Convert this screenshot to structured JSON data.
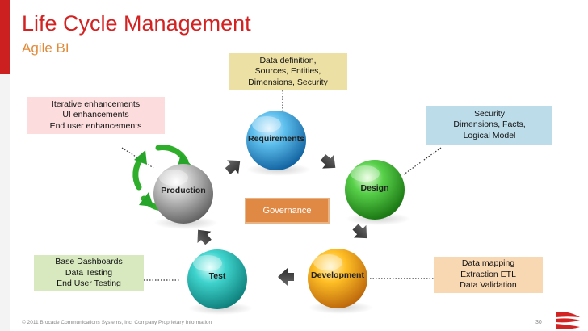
{
  "slide": {
    "title": "Life Cycle Management",
    "subtitle": "Agile BI"
  },
  "nodes": {
    "requirements": "Requirements",
    "design": "Design",
    "development": "Development",
    "test": "Test",
    "production": "Production"
  },
  "governance": "Governance",
  "callouts": {
    "requirements": [
      "Data definition,",
      "Sources, Entities,",
      "Dimensions, Security"
    ],
    "production": [
      "Iterative enhancements",
      "UI enhancements",
      "End user enhancements"
    ],
    "design": [
      "Security",
      "Dimensions, Facts,",
      "Logical Model"
    ],
    "test": [
      "Base Dashboards",
      "Data Testing",
      "End User Testing"
    ],
    "development": [
      "Data mapping",
      "Extraction ETL",
      "Data Validation"
    ]
  },
  "colors": {
    "title": "#d32222",
    "subtitle": "#e08a3a",
    "requirements_sphere": "#2a94d0",
    "design_sphere": "#2fae2b",
    "development_sphere": "#f0a614",
    "test_sphere": "#1fb5b2",
    "production_sphere": "#a6a6a6",
    "governance": "#df8945"
  },
  "footer": {
    "copyright": "© 2011 Brocade Communications Systems, Inc. Company Proprietary Information",
    "page_number": "30"
  }
}
